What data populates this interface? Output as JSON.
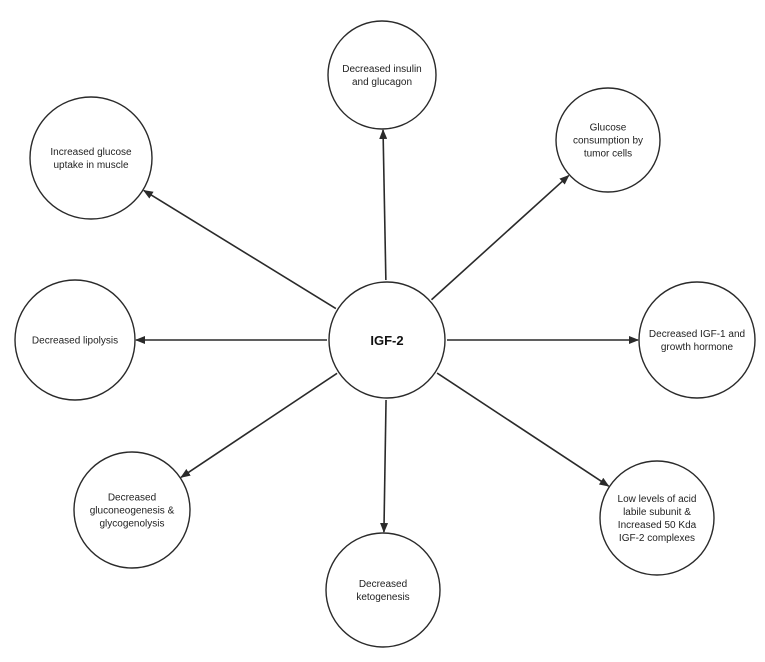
{
  "diagram": {
    "center": {
      "id": "igf2",
      "label": "IGF-2"
    },
    "effects": [
      {
        "id": "insulin-glucagon",
        "lines": [
          "Decreased insulin",
          "and glucagon"
        ]
      },
      {
        "id": "glucose-consumption",
        "lines": [
          "Glucose",
          "consumption by",
          "tumor cells"
        ]
      },
      {
        "id": "igf1-gh",
        "lines": [
          "Decreased IGF-1 and",
          "growth hormone"
        ]
      },
      {
        "id": "acid-labile",
        "lines": [
          "Low levels of acid",
          "labile subunit &",
          "Increased 50 Kda",
          "IGF-2 complexes"
        ]
      },
      {
        "id": "ketogenesis",
        "lines": [
          "Decreased",
          "ketogenesis"
        ]
      },
      {
        "id": "gluconeogenesis",
        "lines": [
          "Decreased",
          "gluconeogenesis &",
          "glycogenolysis"
        ]
      },
      {
        "id": "lipolysis",
        "lines": [
          "Decreased lipolysis"
        ]
      },
      {
        "id": "glucose-uptake",
        "lines": [
          "Increased glucose",
          "uptake in muscle"
        ]
      }
    ],
    "colors": {
      "stroke": "#2a2a2a",
      "text": "#222222",
      "background": "#ffffff"
    }
  }
}
